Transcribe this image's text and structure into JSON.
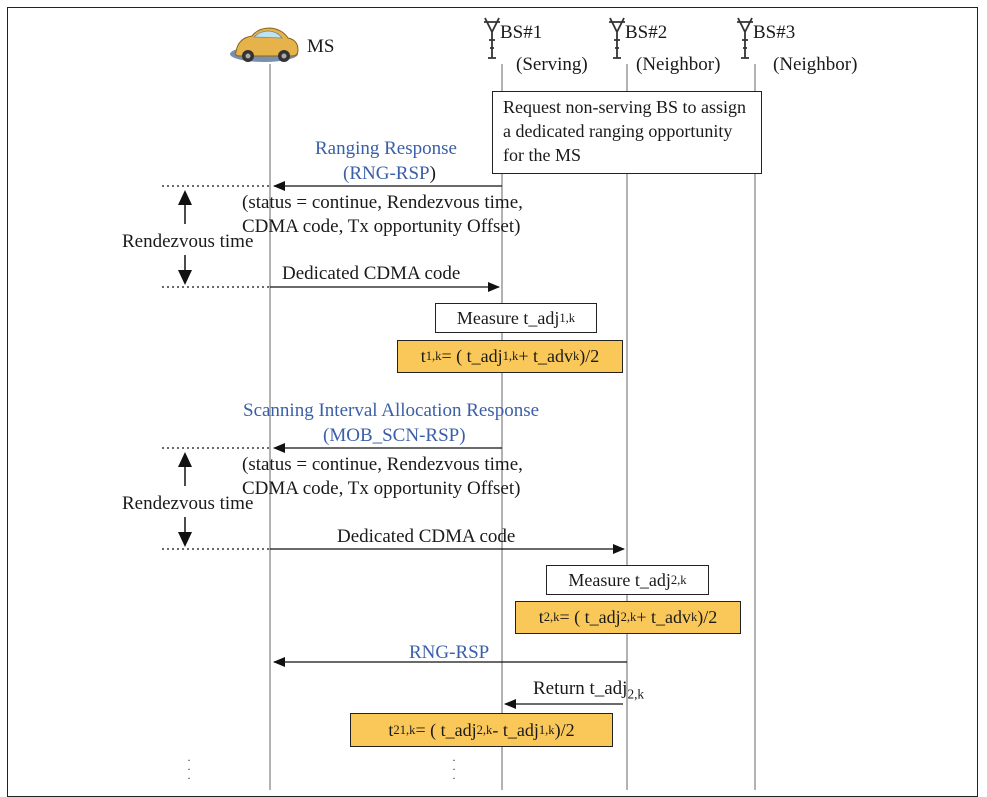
{
  "entities": {
    "ms": "MS",
    "bs1": [
      "BS#1",
      "(Serving)"
    ],
    "bs2": [
      "BS#2",
      "(Neighbor)"
    ],
    "bs3": [
      "BS#3",
      "(Neighbor)"
    ]
  },
  "note_request": "Request non-serving BS to assign a dedicated ranging opportunity for the MS",
  "msg1": {
    "name": "Ranging Response",
    "abbr": "(RNG-RSP",
    "abbr_close": ")",
    "params": [
      "(status = continue, Rendezvous time,",
      "CDMA code, Tx opportunity Offset)"
    ]
  },
  "rendezvous_label": "Rendezvous time",
  "dedicated_code": "Dedicated CDMA code",
  "measure": {
    "prefix": "Measure t_adj",
    "sub1": "1,k",
    "sub2": "2,k"
  },
  "formula1": {
    "t": "t",
    "t_sub": "1,k",
    "eq": "= ( t_adj",
    "adj_sub": "1,k",
    "plus": "+ t_adv",
    "adv_sub": "k",
    "end": ")/2"
  },
  "msg2": {
    "name": "Scanning Interval Allocation Response",
    "abbr": "(MOB_SCN-RSP)",
    "params": [
      "(status = continue, Rendezvous time,",
      "CDMA code, Tx opportunity Offset)"
    ]
  },
  "formula2": {
    "t": "t",
    "t_sub": "2,k",
    "eq": "= ( t_adj",
    "adj_sub": "2,k",
    "plus": "+ t_adv",
    "adv_sub": "k",
    "end": ")/2"
  },
  "rng_rsp": "RNG-RSP",
  "return": {
    "prefix": "Return t_adj",
    "sub": "2,k"
  },
  "formula3": {
    "t": "t",
    "t_sub": "21,k",
    "eq": "= ( t_adj",
    "adj_sub": "2,k",
    "minus": "- t_adj",
    "adj2_sub": "1,k",
    "end": ")/2"
  },
  "colors": {
    "message_blue": "#3a5fa8",
    "highlight": "#f9c859"
  },
  "icons": [
    "car-icon",
    "antenna-icon"
  ]
}
